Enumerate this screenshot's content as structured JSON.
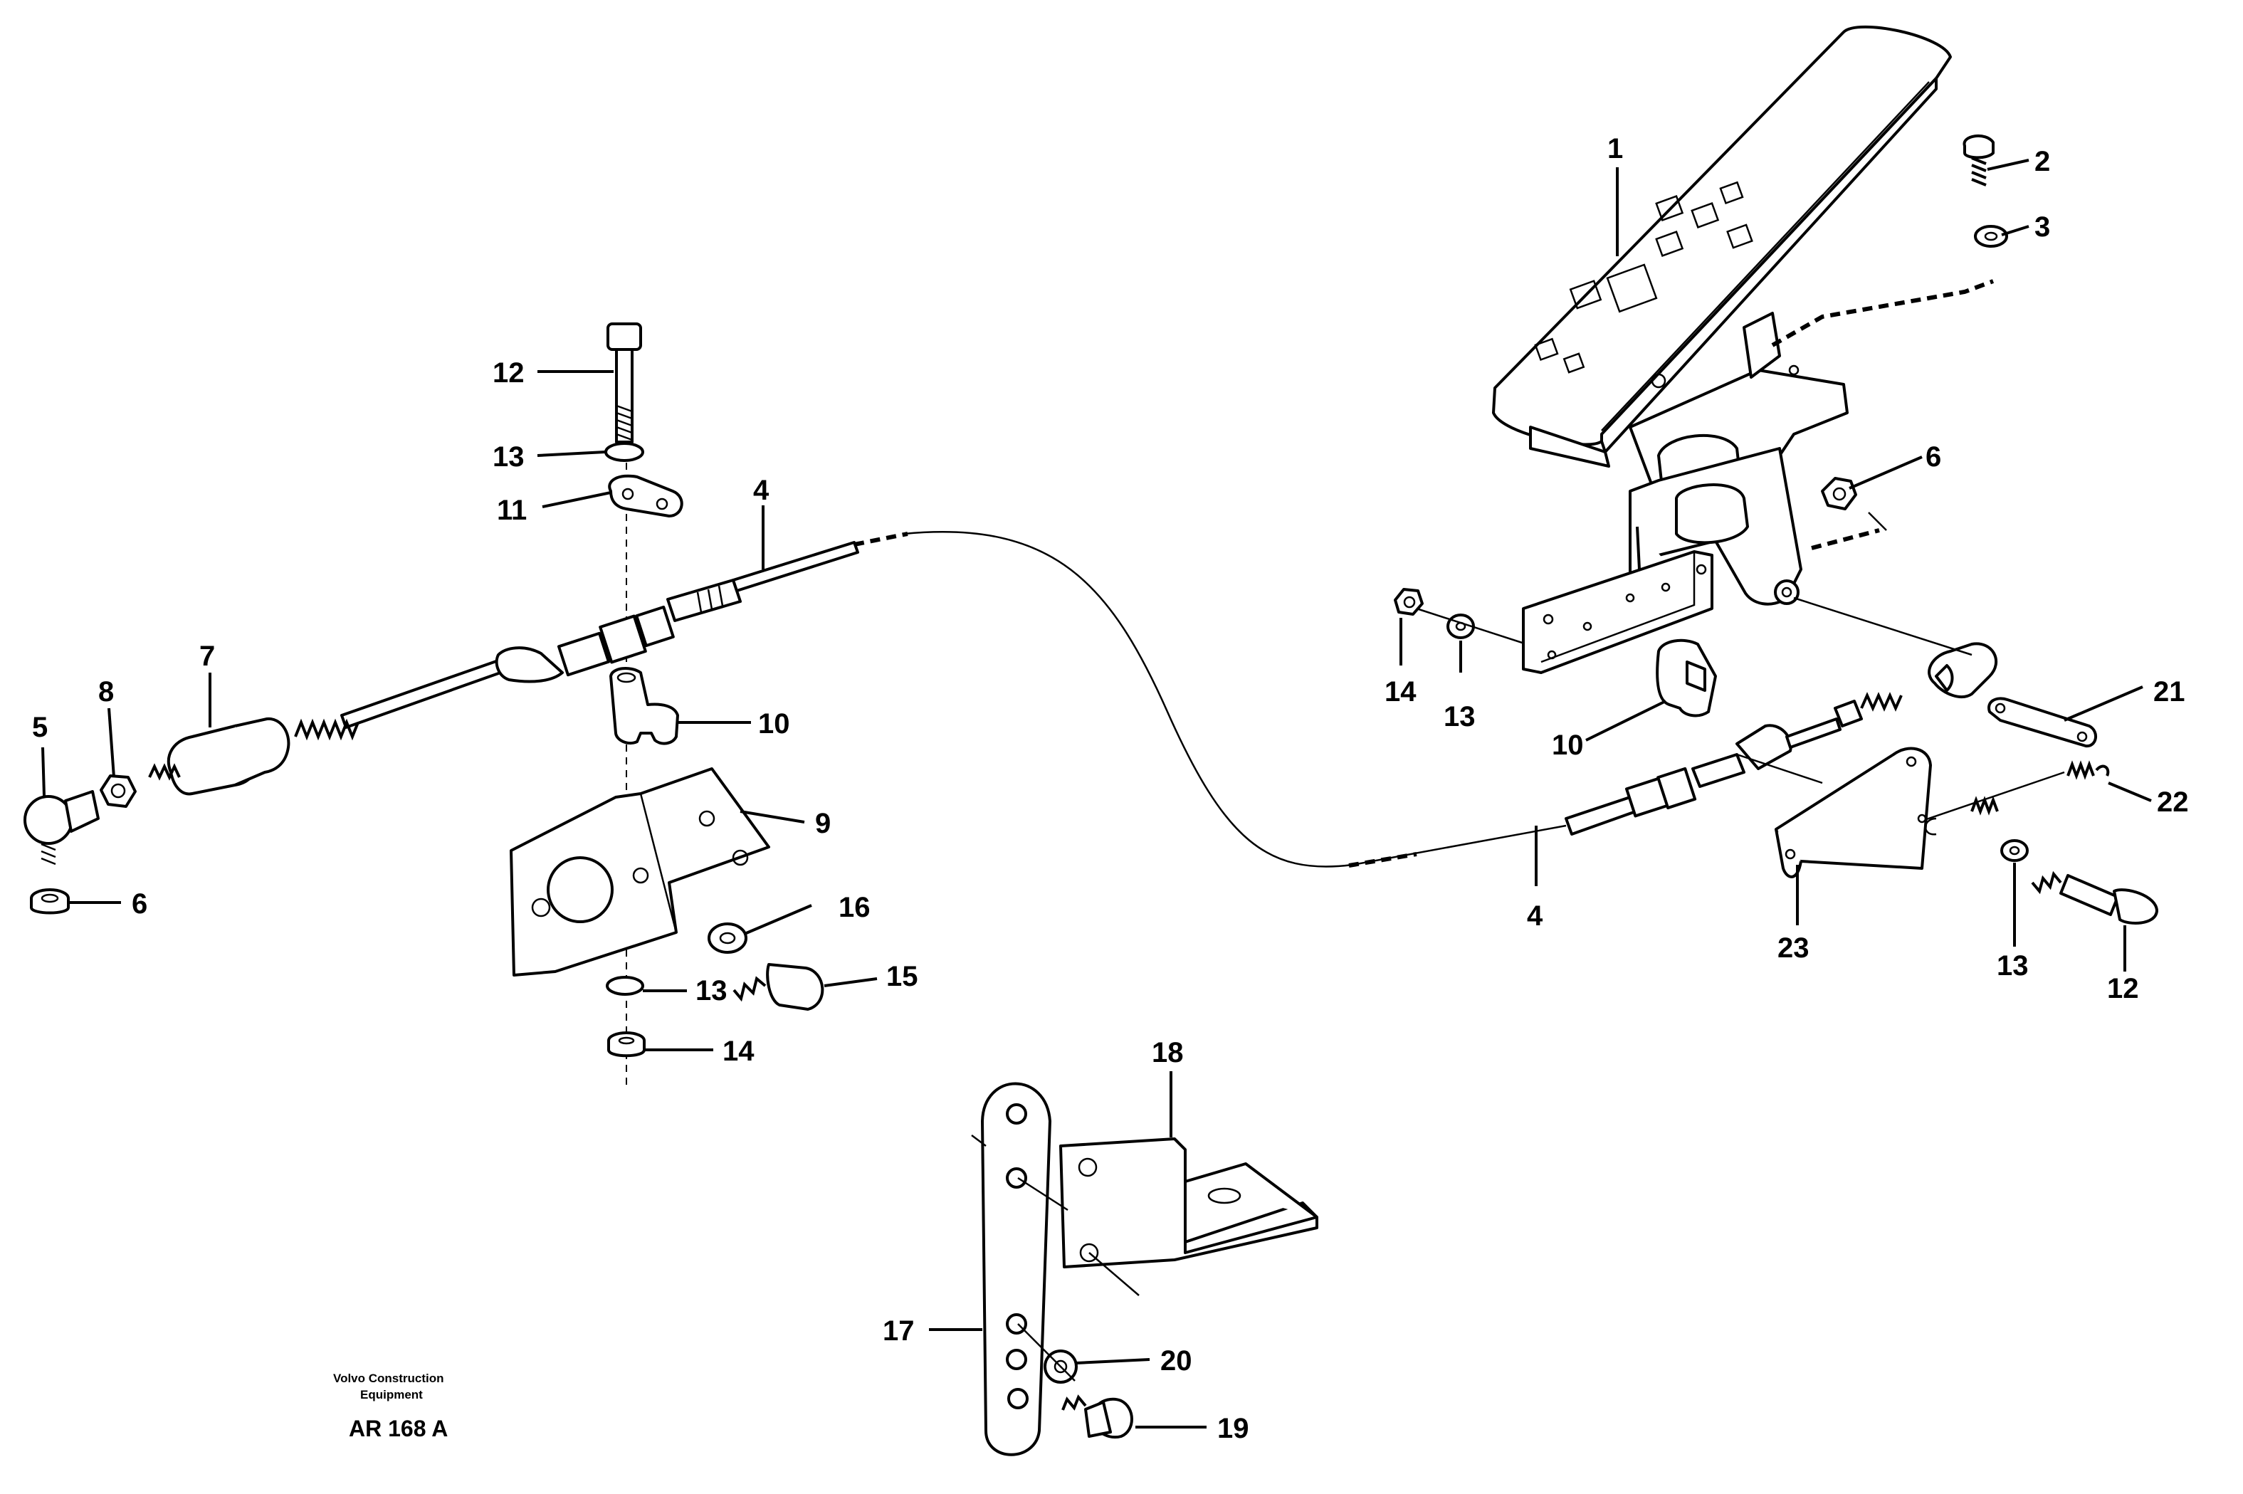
{
  "footer": {
    "company_line1": "Volvo Construction",
    "company_line2": "Equipment",
    "drawing_ref": "AR 168 A"
  },
  "callouts": {
    "c1": "1",
    "c2": "2",
    "c3": "3",
    "c6_right": "6",
    "c14_right": "14",
    "c13_right": "13",
    "c10_right": "10",
    "c21": "21",
    "c22": "22",
    "c23": "23",
    "c13_lower_right": "13",
    "c12_lower_right": "12",
    "c4_right": "4",
    "c12_left": "12",
    "c13_left": "13",
    "c11": "11",
    "c4_left": "4",
    "c7": "7",
    "c8": "8",
    "c5": "5",
    "c6_left": "6",
    "c10_left": "10",
    "c9": "9",
    "c16": "16",
    "c15": "15",
    "c13_lower_left": "13",
    "c14_lower_left": "14",
    "c18": "18",
    "c17": "17",
    "c20": "20",
    "c19": "19"
  }
}
